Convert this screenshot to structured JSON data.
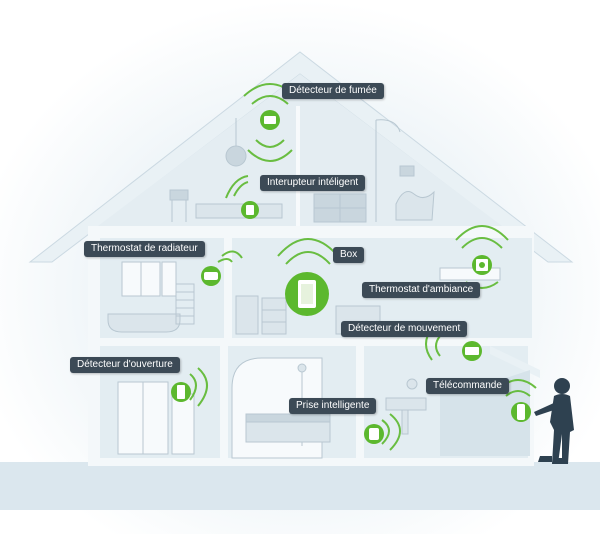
{
  "labels": {
    "smoke_detector": "Détecteur de fumée",
    "smart_switch": "Interupteur intéligent",
    "radiator_thermostat": "Thermostat de radiateur",
    "box": "Box",
    "room_thermostat": "Thermostat d'ambiance",
    "motion_detector": "Détecteur de mouvement",
    "opening_detector": "Détecteur d'ouverture",
    "remote_control": "Télécommande",
    "smart_plug": "Prise intelligente"
  },
  "colors": {
    "accent_green": "#5cb82e",
    "label_bg": "#3c4a56",
    "house_fill": "#e4eef3",
    "house_wall": "#f4f8fa",
    "furniture": "#c9d6de",
    "person": "#2e4150"
  },
  "icons": [
    "smoke-detector-icon",
    "switch-icon",
    "radiator-thermostat-icon",
    "box-icon",
    "room-thermostat-icon",
    "motion-sensor-icon",
    "door-sensor-icon",
    "remote-icon",
    "plug-icon",
    "wifi-waves-icon",
    "person-icon"
  ]
}
